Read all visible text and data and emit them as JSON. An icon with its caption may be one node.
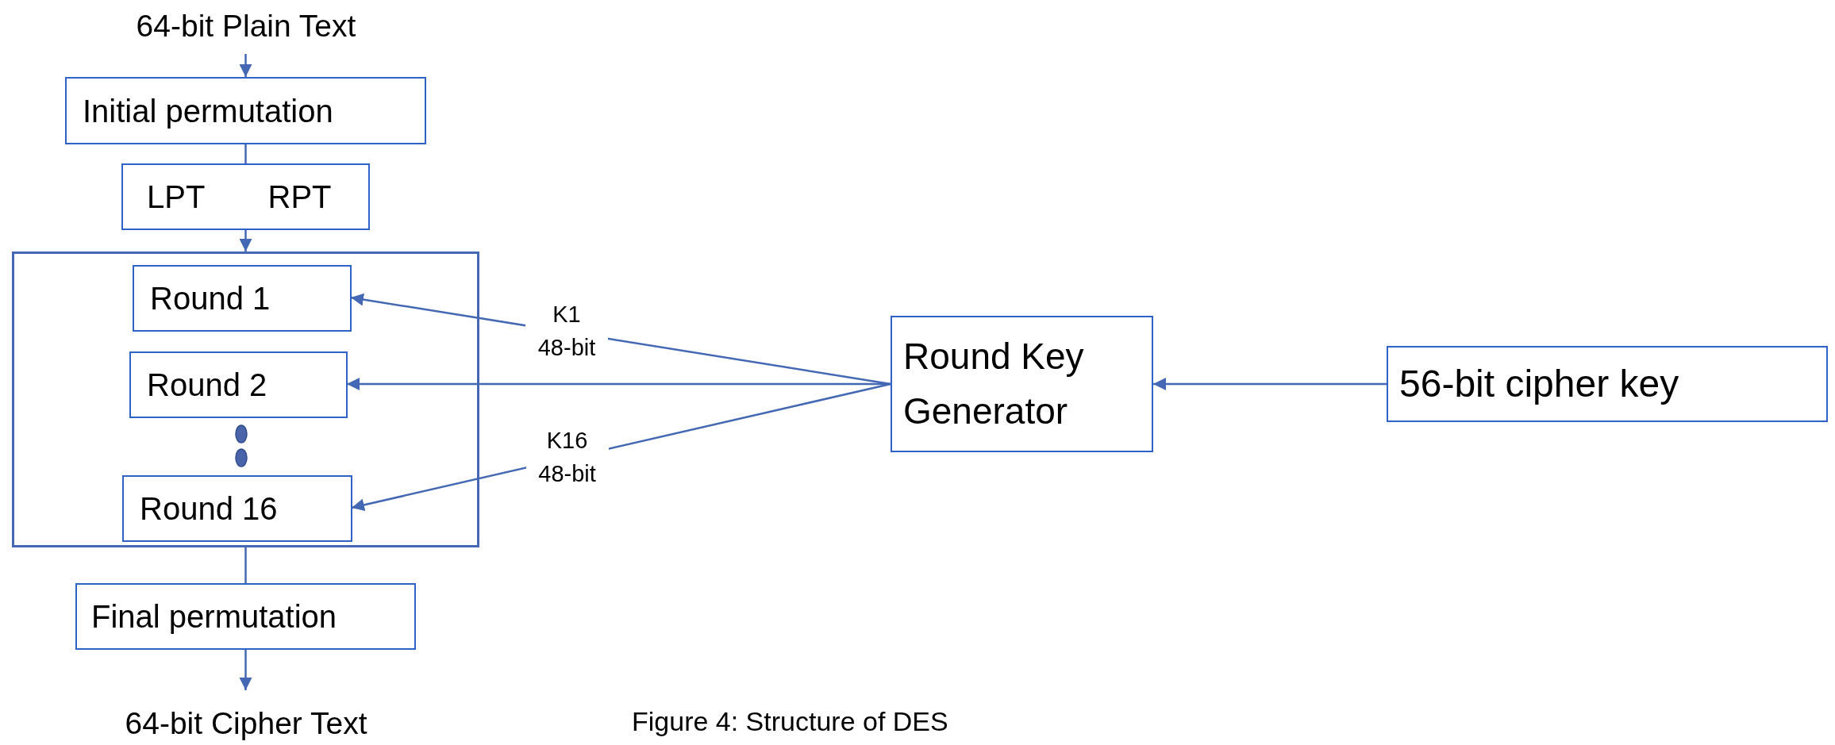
{
  "diagram": {
    "caption": "Figure 4: Structure of DES",
    "nodes": [
      {
        "text": [
          "64-bit Plain Text"
        ]
      },
      {
        "text": [
          "Initial permutation"
        ]
      },
      {
        "text": [
          "LPT",
          "RPT"
        ]
      },
      {
        "text": [],
        "shape": "box"
      },
      {
        "text": [
          "Round 1"
        ],
        "in": 3
      },
      {
        "text": [
          "Round 2"
        ],
        "in": 3
      },
      {
        "text": [
          "Round 16"
        ],
        "in": 3
      },
      {
        "text": [
          "Final permutation"
        ]
      },
      {
        "text": [
          "64-bit Cipher Text"
        ]
      },
      {
        "text": [
          "Round Key Generator"
        ]
      },
      {
        "text": [
          "56-bit cipher key"
        ]
      }
    ],
    "edges": [
      {
        "from": 0,
        "to": 1,
        "arrow": "to"
      },
      {
        "from": 1,
        "to": 2,
        "arrow": "none"
      },
      {
        "from": 2,
        "to": 3,
        "arrow": "to"
      },
      {
        "from": 3,
        "to": 7,
        "arrow": "none"
      },
      {
        "from": 7,
        "to": 8,
        "arrow": "to"
      },
      {
        "from": 10,
        "to": 9,
        "arrow": "to"
      },
      {
        "from": 9,
        "to": 4,
        "arrow": "to",
        "label": "K1 48-bit"
      },
      {
        "from": 9,
        "to": 5,
        "arrow": "to"
      },
      {
        "from": 9,
        "to": 6,
        "arrow": "to",
        "label": "K16 48-bit"
      }
    ]
  }
}
